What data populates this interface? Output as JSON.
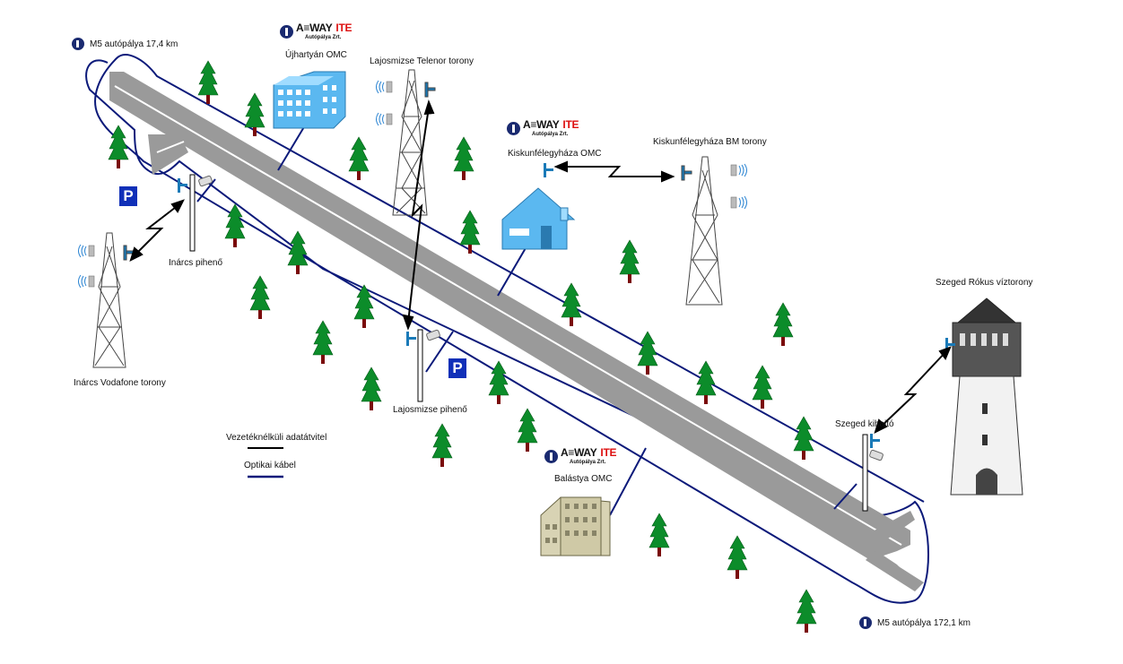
{
  "labels": {
    "km_start": "M5 autópálya 17,4 km",
    "km_end": "M5 autópálya 172,1 km",
    "ujhartyan_omc": "Újhartyán OMC",
    "lajosmizse_tower": "Lajosmizse Telenor torony",
    "kiskunfelegyhaza_omc": "Kiskunfélegyháza OMC",
    "kiskunfelegyhaza_tower": "Kiskunfélegyháza BM torony",
    "inarcs_rest": "Inárcs pihenő",
    "inarcs_tower": "Inárcs Vodafone torony",
    "lajosmizse_rest": "Lajosmizse pihenő",
    "szeged_tower": "Szeged Rókus víztorony",
    "szeged_exit": "Szeged kihajtó",
    "balastya_omc": "Balástya OMC",
    "parking_symbol": "P"
  },
  "logo": {
    "brand": "A≡WAY",
    "brand_accent": "ITE",
    "sub": "Autópálya Zrt."
  },
  "legend": {
    "wireless": "Vezetéknélküli adatátvitel",
    "optical": "Optikai kábel"
  },
  "colors": {
    "road_fill": "#9a9a9a",
    "road_edge": "#ffffff",
    "cable": "#0c1a7a",
    "building_blue": "#5bb8f0",
    "building_beige": "#d8d3b4",
    "tree_green": "#0c8c2a",
    "trunk": "#7a0a0a",
    "antenna_blue": "#1a7ab8",
    "parking_blue": "#1030b8"
  },
  "icons": [
    "motorway-icon",
    "tree-icon",
    "tower-icon",
    "antenna-icon",
    "camera-icon",
    "parking-icon",
    "building-icon",
    "house-icon",
    "water-tower-icon"
  ]
}
